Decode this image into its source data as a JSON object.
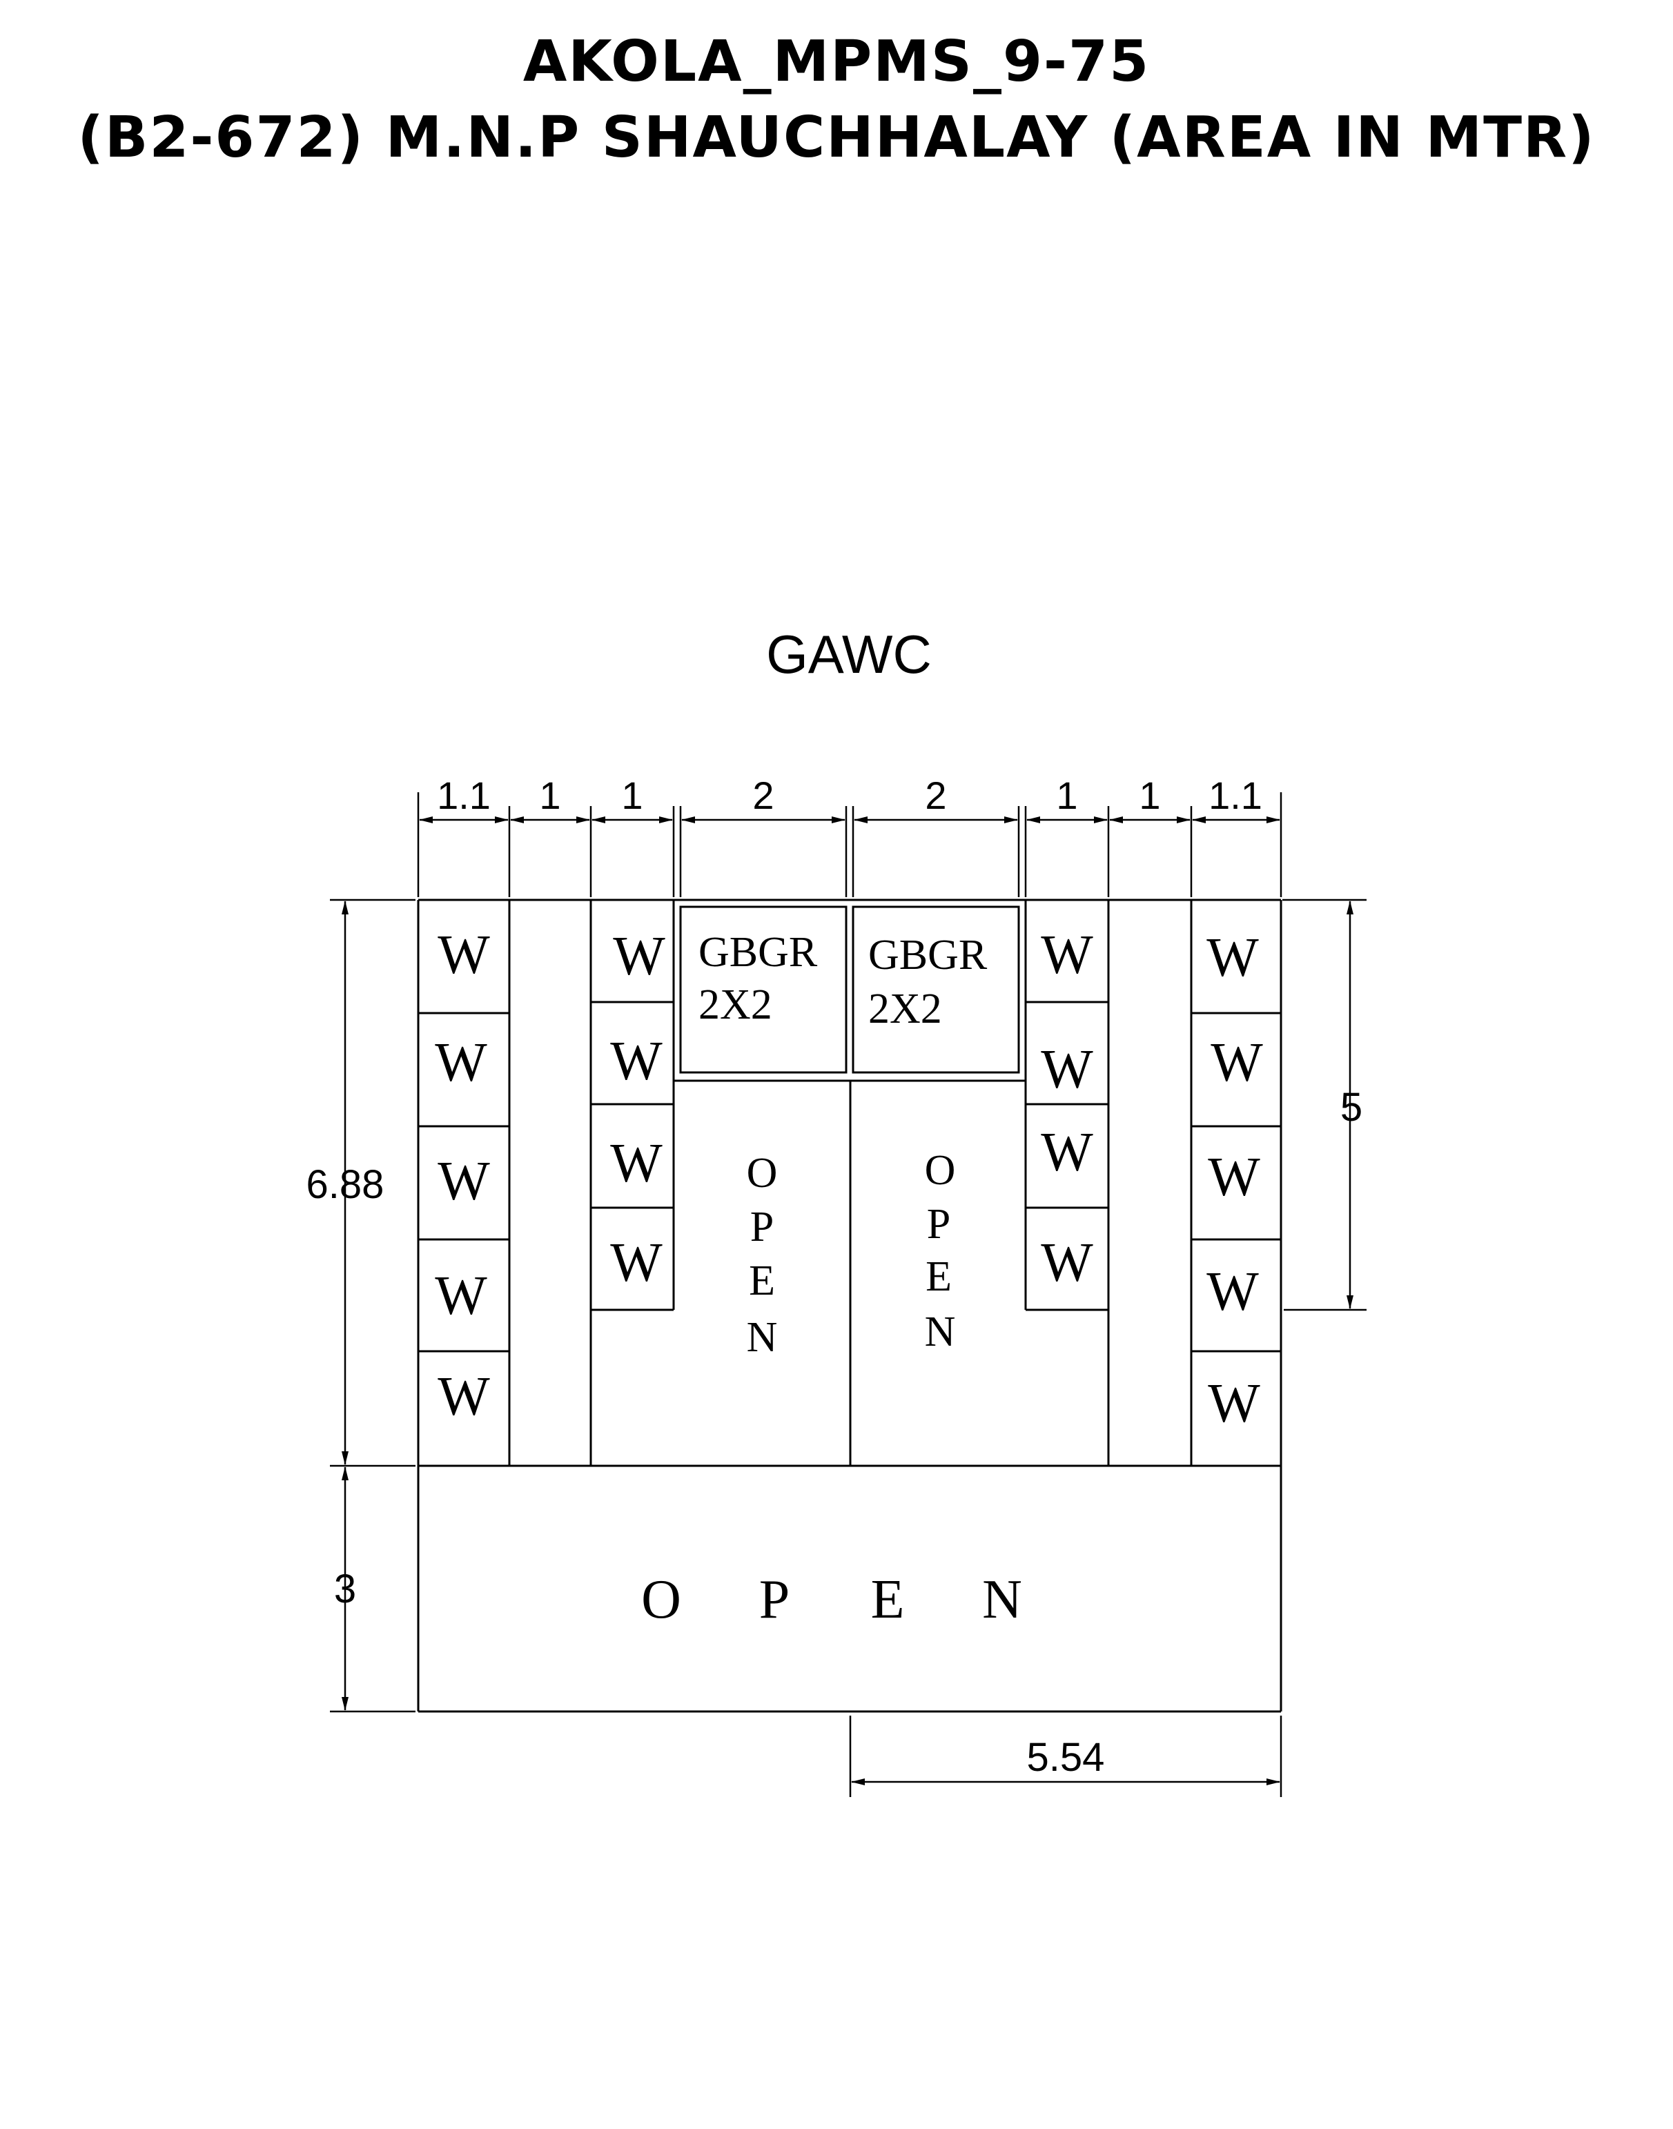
{
  "title": {
    "line1": "AKOLA_MPMS_9-75",
    "line2": "(B2-672) M.N.P SHAUCHHALAY (AREA IN MTR)"
  },
  "plan": {
    "label": "GAWC",
    "wc_label": "W",
    "gbgr": [
      {
        "name": "GBGR",
        "size": "2X2"
      },
      {
        "name": "GBGR",
        "size": "2X2"
      }
    ],
    "open_letters": [
      "O",
      "P",
      "E",
      "N"
    ],
    "dims": {
      "top": [
        "1.1",
        "1",
        "1",
        "2",
        "2",
        "1",
        "1",
        "1.1"
      ],
      "left_upper": "6.88",
      "left_lower": "3",
      "right": "5",
      "bottom": "5.54"
    }
  }
}
